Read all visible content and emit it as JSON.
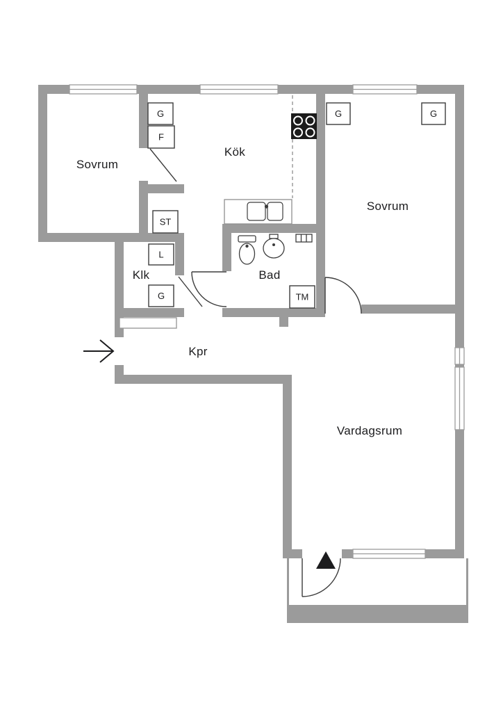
{
  "colors": {
    "wall": "#9b9b9b",
    "line": "#3c3c3c",
    "text": "#1c1c1e",
    "stove": "#1b1b1b"
  },
  "rooms": {
    "sovrum_left": "Sovrum",
    "kok": "Kök",
    "sovrum_right": "Sovrum",
    "klk": "Klk",
    "bad": "Bad",
    "kpr": "Kpr",
    "vardagsrum": "Vardagsrum"
  },
  "closets": {
    "g1": "G",
    "f1": "F",
    "st": "ST",
    "l1": "L",
    "g2": "G",
    "tm": "TM",
    "g3": "G",
    "g4": "G"
  },
  "icons": {
    "stove": "stove-burners-icon",
    "kitchen_sink": "kitchen-sink-icon",
    "toilet": "toilet-icon",
    "washbasin": "washbasin-icon",
    "radiator": "radiator-icon",
    "entrance_arrow": "entry-arrow-icon",
    "balcony_arrow": "up-triangle-icon"
  }
}
